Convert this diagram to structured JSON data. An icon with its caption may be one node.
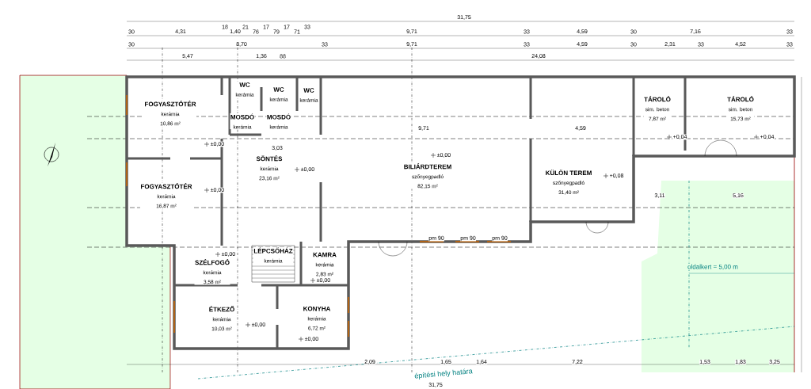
{
  "diagram": {
    "nodes": [
      {
        "text": [
          "FOGYASZTÓTÉR",
          "kerámia",
          "10,86 m²"
        ]
      },
      {
        "text": [
          "WC",
          "kerámia"
        ]
      },
      {
        "text": [
          "MOSDÓ",
          "kerámia"
        ]
      },
      {
        "text": [
          "WC",
          "kerámia"
        ]
      },
      {
        "text": [
          "WC",
          "kerámia"
        ]
      },
      {
        "text": [
          "MOSDÓ",
          "kerámia"
        ]
      },
      {
        "text": [
          "SÖNTÉS",
          "kerámia",
          "23,16 m²"
        ]
      },
      {
        "text": [
          "BILIÁRDTEREM",
          "szőnyegpadló",
          "82,15 m²"
        ]
      },
      {
        "text": [
          "KÜLÖN TEREM",
          "szőnyegpadló",
          "31,40 m²"
        ]
      },
      {
        "text": [
          "TÁROLÓ",
          "sim. beton",
          "7,87 m²"
        ]
      },
      {
        "text": [
          "TÁROLÓ",
          "sim. beton",
          "15,73 m²"
        ]
      },
      {
        "text": [
          "FOGYASZTÓTÉR",
          "kerámia",
          "16,87 m²"
        ]
      },
      {
        "text": [
          "SZÉLFOGÓ",
          "kerámia",
          "3,58 m²"
        ]
      },
      {
        "text": [
          "LÉPCSŐHÁZ",
          "kerámia"
        ]
      },
      {
        "text": [
          "KAMRA",
          "kerámia",
          "2,83 m²"
        ]
      },
      {
        "text": [
          "ÉTKEZŐ",
          "kerámia",
          "10,03 m²"
        ]
      },
      {
        "text": [
          "KONYHA",
          "kerámia",
          "6,72 m²"
        ]
      }
    ],
    "labels": [
      "31,75",
      "30",
      "4,31",
      "18",
      "1,40",
      "21",
      "76",
      "17",
      "79",
      "17",
      "71",
      "33",
      "9,71",
      "33",
      "4,59",
      "30",
      "7,16",
      "33",
      "30",
      "8,70",
      "33",
      "9,71",
      "33",
      "4,59",
      "30",
      "2,31",
      "33",
      "4,52",
      "33",
      "5,47",
      "1,36",
      "88",
      "24,08",
      "9,71",
      "4,59",
      "3,03",
      "3,11",
      "5,16",
      "±0,00",
      "±0,00",
      "±0,00",
      "±0,00",
      "+0,08",
      "+0,04",
      "+0,04",
      "±0,00",
      "±0,00",
      "±0,00",
      "±0,00",
      "pm 90",
      "pm 90",
      "pm 90",
      "2,09",
      "1,65",
      "1,64",
      "7,22",
      "1,53",
      "1,83",
      "3,25",
      "oldalkert = 5,00 m",
      "építési hely határa",
      "31,75"
    ]
  }
}
